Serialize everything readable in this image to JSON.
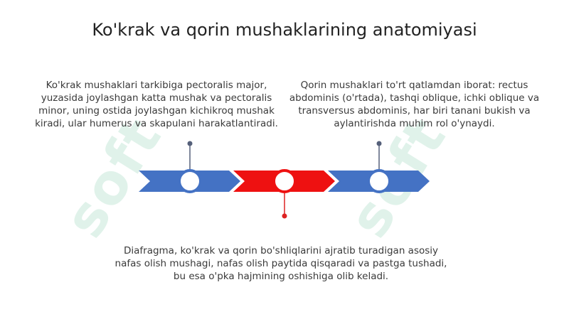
{
  "title": "Ko'krak va qorin mushaklarining anatomiyasi",
  "blocks": [
    {
      "text": "Ko'krak mushaklari tarkibiga pectoralis major, yuzasida joylashgan katta mushak va pectoralis minor, uning ostida joylashgan kichikroq mushak kiradi, ular humerus va skapulani harakatlantiradi."
    },
    {
      "text": "Qorin mushaklari to'rt qatlamdan iborat: rectus abdominis (o'rtada), tashqi oblique, ichki oblique va transversus abdominis, har biri tanani bukish va aylantirishda muhim rol o'ynaydi."
    },
    {
      "text": "Diafragma, ko'krak va qorin bo'shliqlarini ajratib turadigan asosiy nafas olish mushagi, nafas olish paytida qisqaradi va pastga tushadi, bu esa o'pka hajmining oshishiga olib keladi."
    }
  ],
  "watermark": "soft",
  "colors": {
    "blue": "#4472c4",
    "red": "#ee1111",
    "connector_blue": "#55607a",
    "connector_red": "#dd2222"
  }
}
